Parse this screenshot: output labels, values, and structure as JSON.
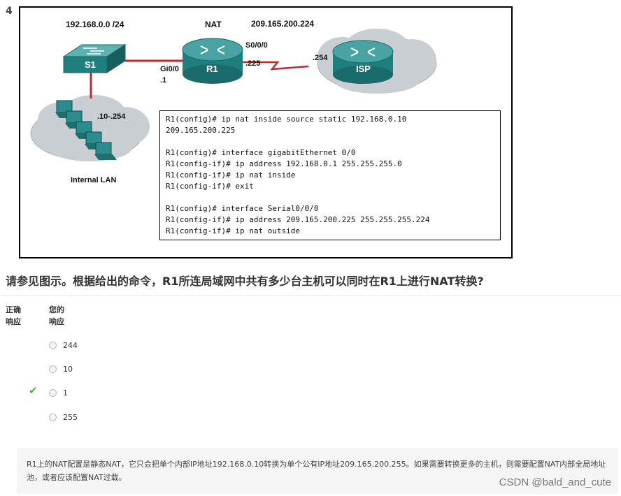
{
  "question_number": "4",
  "figure": {
    "lan_network": "192.168.0.0 /24",
    "nat_label": "NAT",
    "public_network": "209.165.200.224",
    "switch_label": "S1",
    "router_label": "R1",
    "isp_label": "ISP",
    "gi_interface": "Gi0/0",
    "gi_host": ".1",
    "serial_interface": "S0/0/0",
    "serial_host": ".225",
    "isp_host": ".254",
    "lan_range": ".10-.254",
    "lan_label": "Internal LAN",
    "config_lines": [
      "R1(config)# ip nat inside source static 192.168.0.10",
      "209.165.200.225",
      "",
      "R1(config)# interface gigabitEthernet 0/0",
      "R1(config-if)# ip address 192.168.0.1 255.255.255.0",
      "R1(config-if)# ip nat inside",
      "R1(config-if)# exit",
      "",
      "R1(config)# interface Serial0/0/0",
      "R1(config-if)# ip address 209.165.200.225 255.255.255.224",
      "R1(config-if)# ip nat outside"
    ]
  },
  "question_text": "请参见图示。根据给出的命令，R1所连局域网中共有多少台主机可以同时在R1上进行NAT转换?",
  "headers": {
    "correct_line1": "正确",
    "correct_line2": "响应",
    "yours_line1": "您的",
    "yours_line2": "响应"
  },
  "options": [
    {
      "label": "244",
      "correct": false
    },
    {
      "label": "10",
      "correct": false
    },
    {
      "label": "1",
      "correct": true
    },
    {
      "label": "255",
      "correct": false
    }
  ],
  "check_mark": "✔",
  "explanation": "R1上的NAT配置是静态NAT，它只会把单个内部IP地址192.168.0.10转换为单个公有IP地址209.165.200.255。如果需要转换更多的主机，则需要配置NAT内部全局地址池，或者应该配置NAT过载。",
  "watermark": "CSDN @bald_and_cute",
  "colors": {
    "device_teal": "#1f7f7f",
    "link_red": "#c0282d",
    "cloud_gray": "#c9ced3",
    "correct_green": "#4caf50"
  }
}
